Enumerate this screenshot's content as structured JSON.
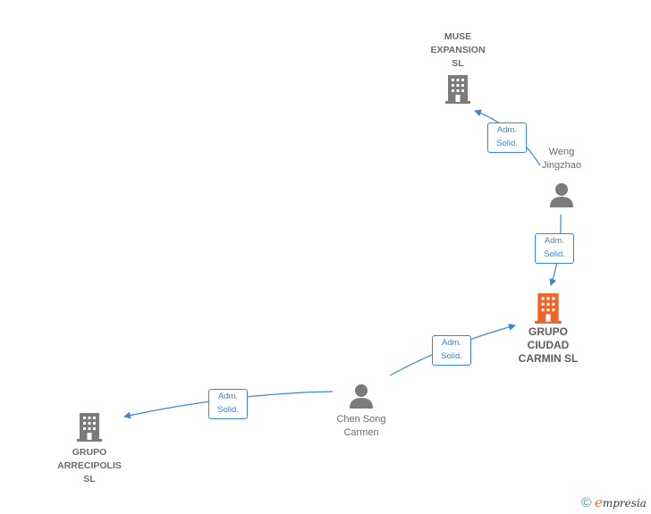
{
  "nodes": {
    "muse": {
      "name": "MUSE\nEXPANSION\nSL",
      "type": "company"
    },
    "weng": {
      "name": "Weng\nJingzhao",
      "type": "person"
    },
    "ciudad": {
      "name": "GRUPO\nCIUDAD\nCARMIN  SL",
      "type": "company-main"
    },
    "chen": {
      "name": "Chen Song\nCarmen",
      "type": "person"
    },
    "arrecipolis": {
      "name": "GRUPO\nARRECIPOLIS\nSL",
      "type": "company"
    }
  },
  "relations": [
    {
      "from": "Weng Jingzhao",
      "to": "MUSE EXPANSION SL",
      "line1": "Adm.",
      "line2": "Solid."
    },
    {
      "from": "Weng Jingzhao",
      "to": "GRUPO CIUDAD CARMIN SL",
      "line1": "Adm.",
      "line2": "Solid."
    },
    {
      "from": "Chen Song Carmen",
      "to": "GRUPO CIUDAD CARMIN SL",
      "line1": "Adm.",
      "line2": "Solid."
    },
    {
      "from": "Chen Song Carmen",
      "to": "GRUPO ARRECIPOLIS SL",
      "line1": "Adm.",
      "line2": "Solid."
    }
  ],
  "colors": {
    "edge": "#3a86d6",
    "company_icon": "#7b7b7b",
    "main_icon": "#f0642a",
    "person_icon": "#7b7b7b"
  },
  "footer": {
    "copyright": "©",
    "brand_initial": "e",
    "brand_rest": "mpresia"
  }
}
